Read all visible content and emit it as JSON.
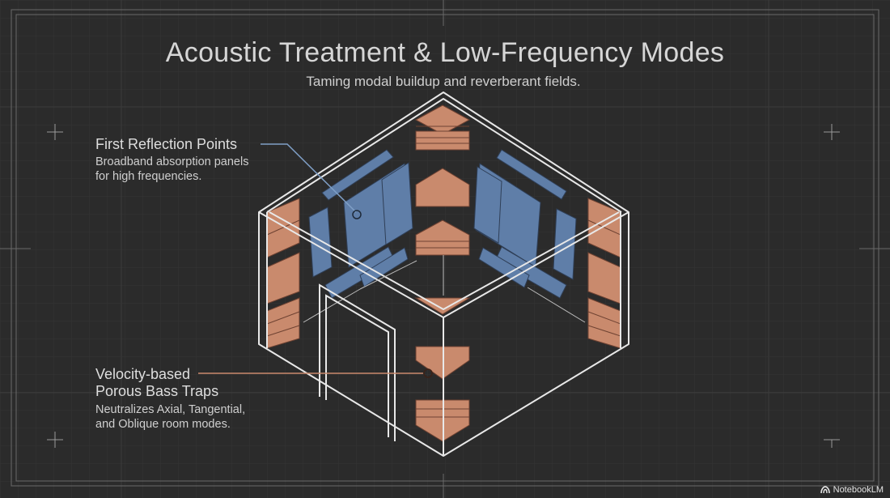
{
  "header": {
    "title": "Acoustic Treatment & Low-Frequency Modes",
    "subtitle": "Taming modal buildup and reverberant fields."
  },
  "callouts": {
    "reflection": {
      "title": "First Reflection Points",
      "description_line1": "Broadband absorption panels",
      "description_line2": "for high frequencies."
    },
    "bass_traps": {
      "title_line1": "Velocity-based",
      "title_line2": "Porous Bass Traps",
      "description_line1": "Neutralizes Axial, Tangential,",
      "description_line2": "and Oblique room modes."
    }
  },
  "brand": {
    "label": "NotebookLM",
    "icon": "notebooklm-logo-icon"
  },
  "colors": {
    "background": "#2b2b2b",
    "line": "#e8e8e8",
    "panel_blue": "#5f7ea8",
    "trap_orange": "#c98a6d",
    "leader_blue": "#7f9fc6",
    "leader_orange": "#c98a6d"
  }
}
